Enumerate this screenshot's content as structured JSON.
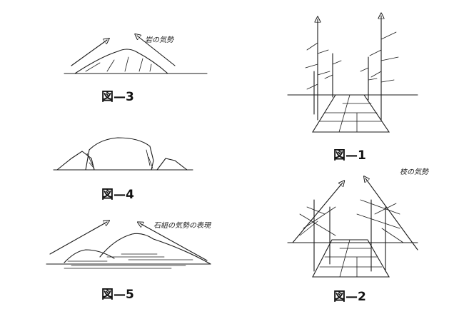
{
  "figures": [
    {
      "id": "fig3",
      "caption": "図—3",
      "note": "岩の気勢"
    },
    {
      "id": "fig4",
      "caption": "図—4"
    },
    {
      "id": "fig5",
      "caption": "図—5",
      "note": "石組の気勢の表現"
    },
    {
      "id": "fig1",
      "caption": "図—1"
    },
    {
      "id": "fig2",
      "caption": "図—2",
      "note": "枝の気勢"
    }
  ]
}
